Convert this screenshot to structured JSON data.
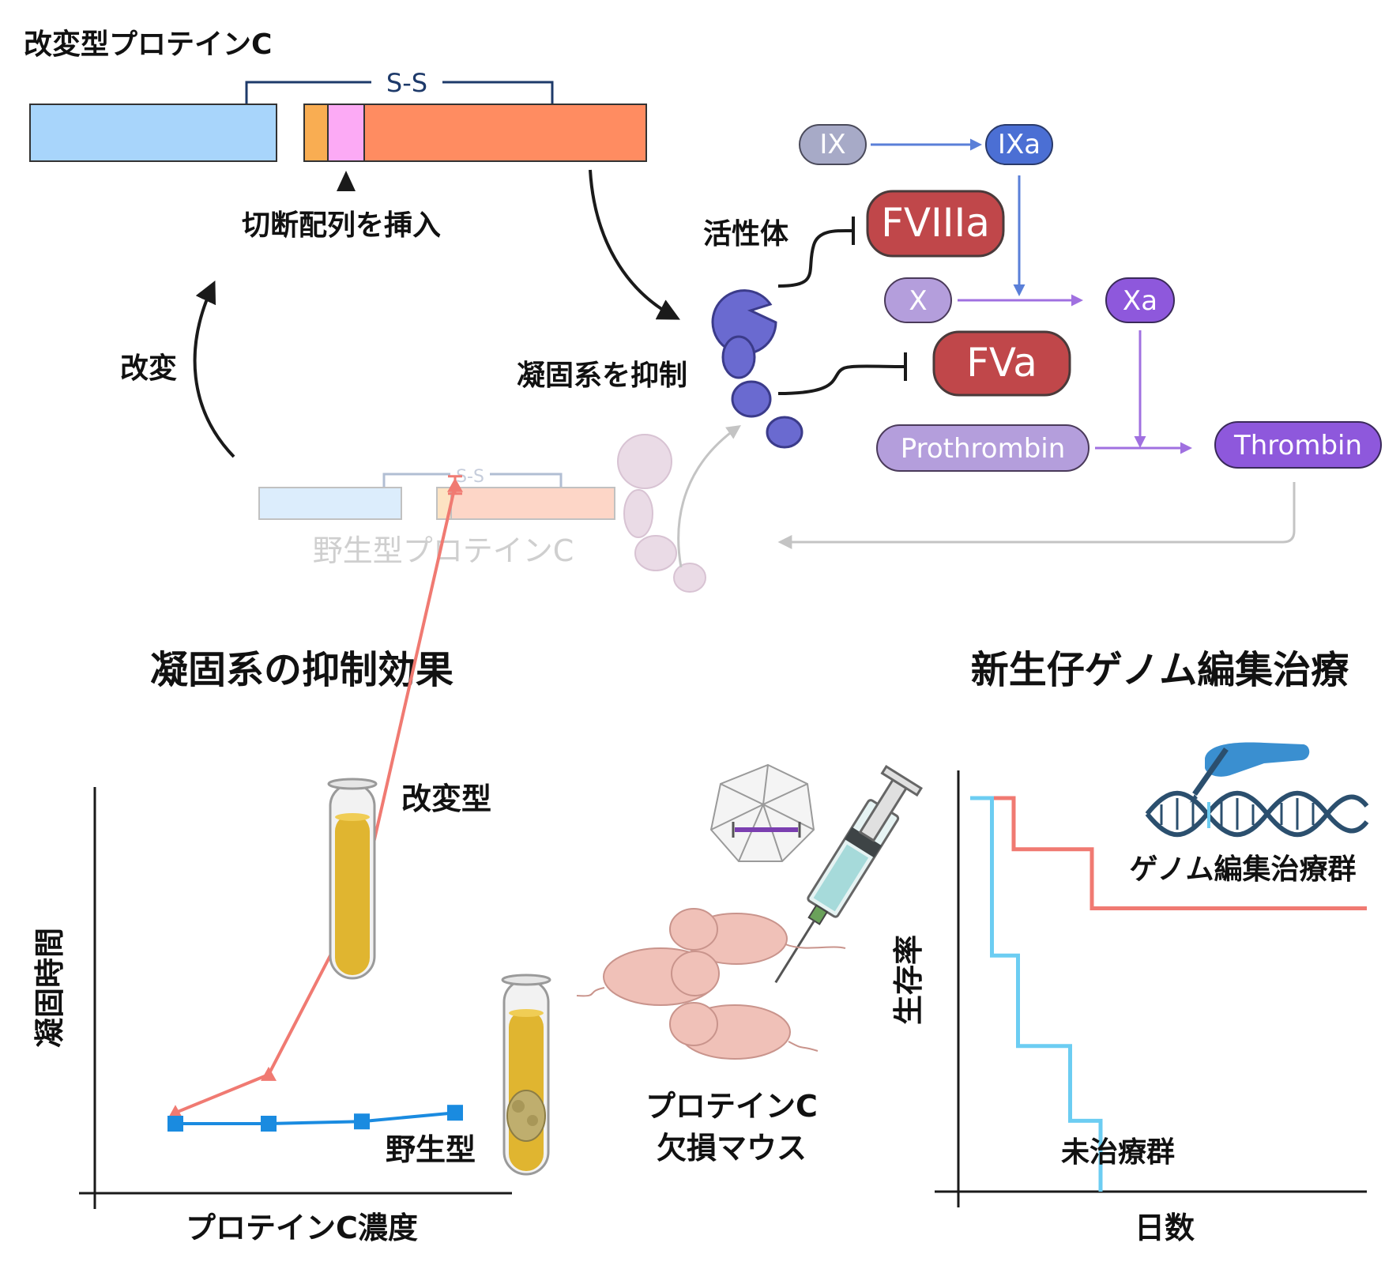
{
  "top": {
    "modified_title": "改変型プロテインC",
    "ss_label": "S-S",
    "insert_label": "切断配列を挿入",
    "modify_label": "改変",
    "wild_title": "野生型プロテインC",
    "wild_ss_label": "S-S",
    "active_label": "活性体",
    "inhibit_label": "凝固系を抑制"
  },
  "cascade": {
    "ix": "IX",
    "ixa": "IXa",
    "fviiia": "FVIIIa",
    "x": "X",
    "xa": "Xa",
    "fva": "FVa",
    "prothrombin": "Prothrombin",
    "thrombin": "Thrombin"
  },
  "left_panel": {
    "title": "凝固系の抑制効果",
    "ylabel": "凝固時間",
    "xlabel": "プロテインC濃度",
    "label_modified": "改変型",
    "label_wild": "野生型"
  },
  "middle": {
    "mouse_label_line1": "プロテインC",
    "mouse_label_line2": "欠損マウス"
  },
  "right_panel": {
    "title": "新生仔ゲノム編集治療",
    "ylabel": "生存率",
    "xlabel": "日数",
    "label_treated": "ゲノム編集治療群",
    "label_untreated": "未治療群"
  },
  "colors": {
    "modified_red": "#f07a72",
    "wild_blue": "#1a8be0",
    "untreated_blue": "#6ccdf2",
    "cascade_blue": "#5a7fd8",
    "cascade_purple": "#a070e0",
    "factor_red": "#c0474a",
    "protein_purple": "#6a6ad0"
  },
  "chart_data": [
    {
      "type": "line",
      "title": "凝固系の抑制効果",
      "xlabel": "プロテインC濃度",
      "ylabel": "凝固時間",
      "x": [
        1,
        2,
        3,
        4
      ],
      "series": [
        {
          "name": "改変型",
          "values": [
            1.1,
            1.45,
            3.1,
            6.85
          ]
        },
        {
          "name": "野生型",
          "values": [
            1.0,
            1.0,
            1.02,
            1.1
          ]
        }
      ],
      "ylim": [
        0,
        8
      ]
    },
    {
      "type": "line",
      "title": "新生仔ゲノム編集治療",
      "xlabel": "日数",
      "ylabel": "生存率",
      "series": [
        {
          "name": "ゲノム編集治療群",
          "steps": [
            [
              0,
              1.0
            ],
            [
              0.5,
              0.87
            ],
            [
              1.4,
              0.72
            ]
          ]
        },
        {
          "name": "未治療群",
          "steps": [
            [
              0,
              1.0
            ],
            [
              0.25,
              0.6
            ],
            [
              0.55,
              0.37
            ],
            [
              1.15,
              0.18
            ],
            [
              1.5,
              0.0
            ]
          ]
        }
      ],
      "ylim": [
        0,
        1
      ]
    }
  ]
}
